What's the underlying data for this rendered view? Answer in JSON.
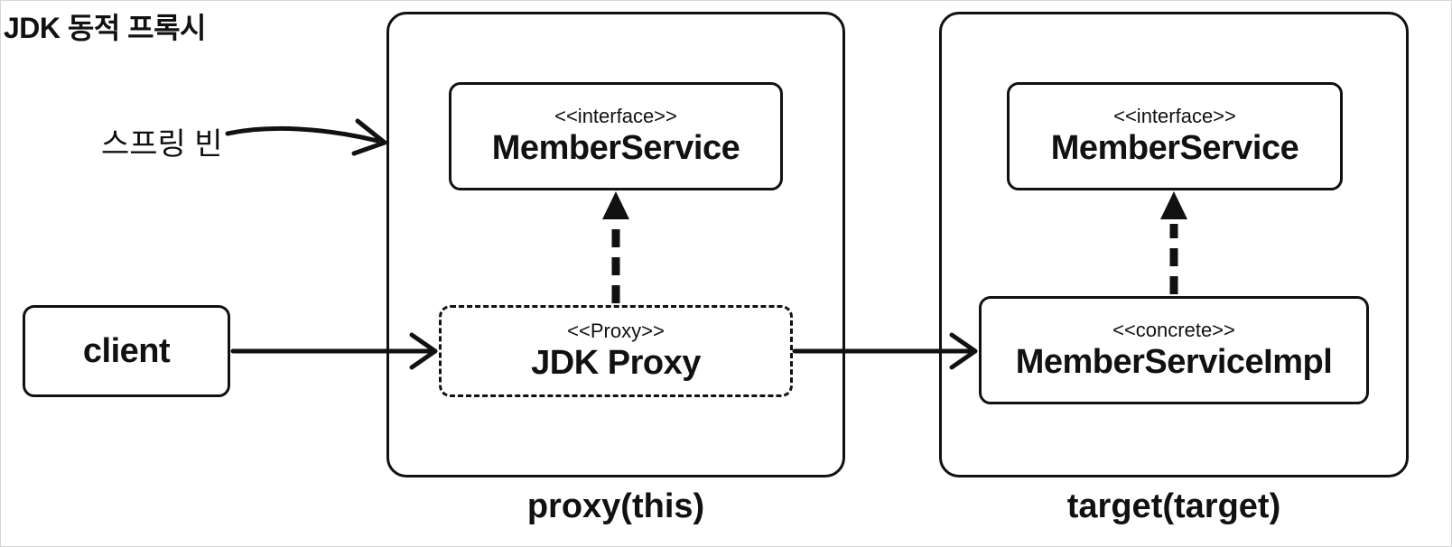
{
  "title": "JDK 동적 프록시",
  "spring_bean_label": "스프링 빈",
  "client": {
    "label": "client"
  },
  "proxy_container": {
    "caption": "proxy(this)",
    "interface_box": {
      "stereotype": "<<interface>>",
      "name": "MemberService"
    },
    "proxy_box": {
      "stereotype": "<<Proxy>>",
      "name": "JDK Proxy"
    }
  },
  "target_container": {
    "caption": "target(target)",
    "interface_box": {
      "stereotype": "<<interface>>",
      "name": "MemberService"
    },
    "impl_box": {
      "stereotype": "<<concrete>>",
      "name": "MemberServiceImpl"
    }
  }
}
